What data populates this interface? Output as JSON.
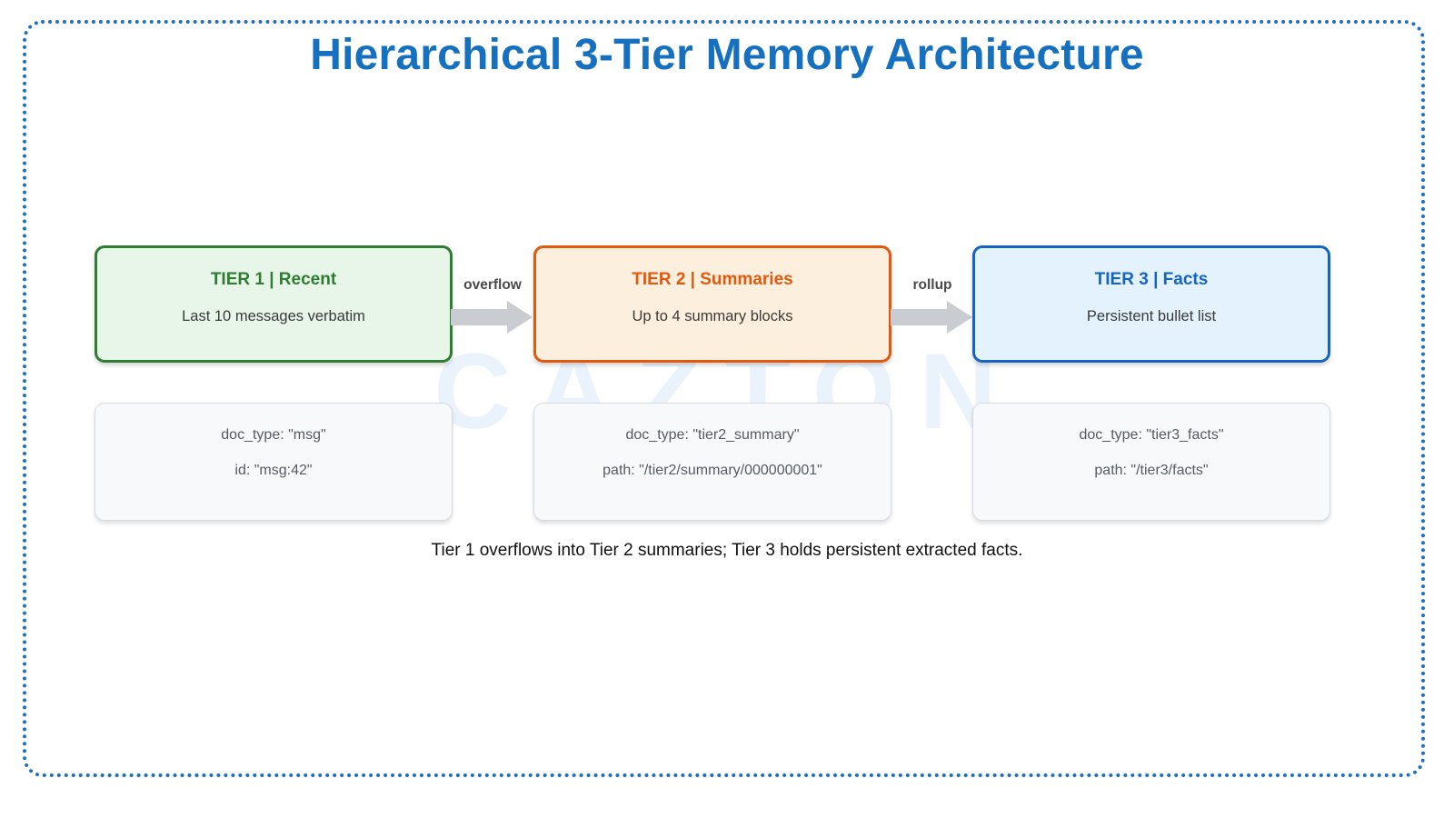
{
  "title": "Hierarchical 3-Tier Memory Architecture",
  "watermark": "CAZTON",
  "caption": "Tier 1 overflows into Tier 2 summaries; Tier 3 holds persistent extracted facts.",
  "colors": {
    "title": "#1570c0",
    "frame_border": "#1f6fc0",
    "tier1_border": "#2e7d32",
    "tier1_fill": "#e8f5e9",
    "tier2_border": "#e2590d",
    "tier2_fill": "#fdefdd",
    "tier3_border": "#1565c0",
    "tier3_fill": "#e3f2fd",
    "arrow": "#c9ccd1",
    "meta_card_fill": "#f8f9fb",
    "meta_card_border": "#d6dae0",
    "watermark": "#eaf3fc"
  },
  "tiers": [
    {
      "id": "tier-1",
      "title": "TIER 1 | Recent",
      "description": "Last 10 messages verbatim",
      "meta": {
        "doc_type": "doc_type: \"msg\"",
        "path": "id: \"msg:42\""
      }
    },
    {
      "id": "tier-2",
      "title": "TIER 2 | Summaries",
      "description": "Up to 4 summary blocks",
      "meta": {
        "doc_type": "doc_type: \"tier2_summary\"",
        "path": "path: \"/tier2/summary/000000001\""
      }
    },
    {
      "id": "tier-3",
      "title": "TIER 3 | Facts",
      "description": "Persistent bullet list",
      "meta": {
        "doc_type": "doc_type: \"tier3_facts\"",
        "path": "path: \"/tier3/facts\""
      }
    }
  ],
  "arrows": [
    {
      "id": "arrow-overflow",
      "label": "overflow"
    },
    {
      "id": "arrow-rollup",
      "label": "rollup"
    }
  ]
}
